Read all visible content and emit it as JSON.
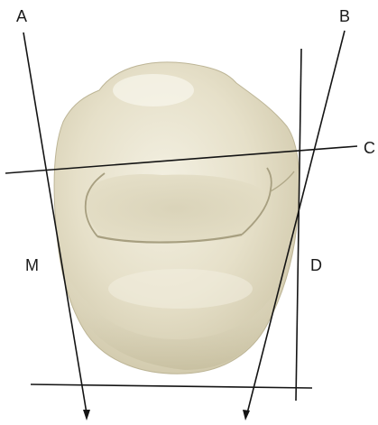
{
  "labels": {
    "a": "A",
    "b": "B",
    "c": "C",
    "d": "D",
    "m": "M"
  },
  "colors": {
    "tooth_base": "#e7e2cd",
    "tooth_shadow": "#c9c2a4",
    "tooth_highlight": "#f7f5ea",
    "groove": "#a79f80",
    "line": "#141414",
    "label": "#1a1a1a"
  }
}
